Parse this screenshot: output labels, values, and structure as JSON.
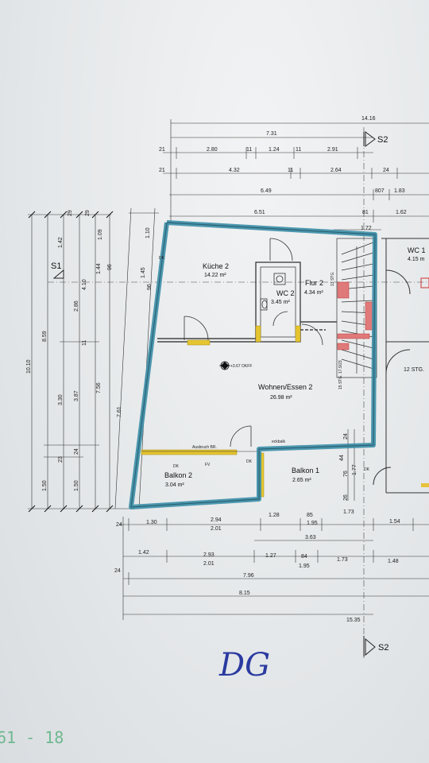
{
  "floor_label": "DG",
  "sheet_number": "61 - 18",
  "section_marks": {
    "left": "S1",
    "top": "S2",
    "bottom": "S2"
  },
  "elevation": "+3.67 OKFF",
  "rooms": [
    {
      "name": "Küche 2",
      "area": "14.22 m²"
    },
    {
      "name": "WC 2",
      "area": "3.45 m²"
    },
    {
      "name": "Flur 2",
      "area": "4.34 m²"
    },
    {
      "name": "Wohnen/Essen 2",
      "area": "26.98 m²"
    },
    {
      "name": "Balkon 2",
      "area": "3.04 m²"
    },
    {
      "name": "Balkon 1",
      "area": "2.65 m²"
    },
    {
      "name": "WC 1",
      "area": "4.15 m"
    }
  ],
  "stair_labels": [
    "13 STG.",
    "15 STG. 17.9/23",
    "12 STG."
  ],
  "notes": {
    "ausbruch": "Ausbruch BR.",
    "stahl": "eckbalk"
  },
  "window_marks": [
    "DK",
    "DK",
    "FV",
    "DK",
    "DK"
  ],
  "dims_top": {
    "row1": [
      "14.16"
    ],
    "row2": [
      "7.31"
    ],
    "row3": [
      "21",
      "2.80",
      "11",
      "1.24",
      "11",
      "2.91"
    ],
    "row4": [
      "21",
      "4.32",
      "11",
      "2.64",
      "24"
    ],
    "row5": [
      "6.49",
      "807",
      "1.83"
    ],
    "row6": [
      "6.51",
      "81",
      "1.62"
    ],
    "row7": [
      "1.72"
    ]
  },
  "dims_left": {
    "outer": [
      "10.10"
    ],
    "col2": [
      "8.59",
      "3.30",
      "23",
      "1.50"
    ],
    "col3": [
      "1.42",
      "2.86",
      "3.87",
      "24",
      "1.50"
    ],
    "col4": [
      "4.10",
      "11",
      "1.44",
      "7.56"
    ],
    "col5": [
      "1.09",
      "96",
      "1.45",
      "96",
      "7.61"
    ],
    "col6": [
      "1.10"
    ],
    "top": [
      "29",
      "29"
    ]
  },
  "dims_right": [
    "24",
    "44",
    "76",
    "1.77",
    "26"
  ],
  "dims_bottom": {
    "row1": [
      "24",
      "1.30",
      "2.94",
      "1.28",
      "85",
      "1.73",
      "1.54"
    ],
    "row1b": [
      "2.01",
      "1.95"
    ],
    "row2": [
      "3.63"
    ],
    "row3": [
      "1.42",
      "2.93",
      "1.27",
      "84",
      "1.73",
      "1.48"
    ],
    "row3b": [
      "2.01",
      "1.95"
    ],
    "row4": [
      "24",
      "7.96"
    ],
    "row5": [
      "8.15"
    ],
    "row6": [
      "15.35"
    ]
  }
}
